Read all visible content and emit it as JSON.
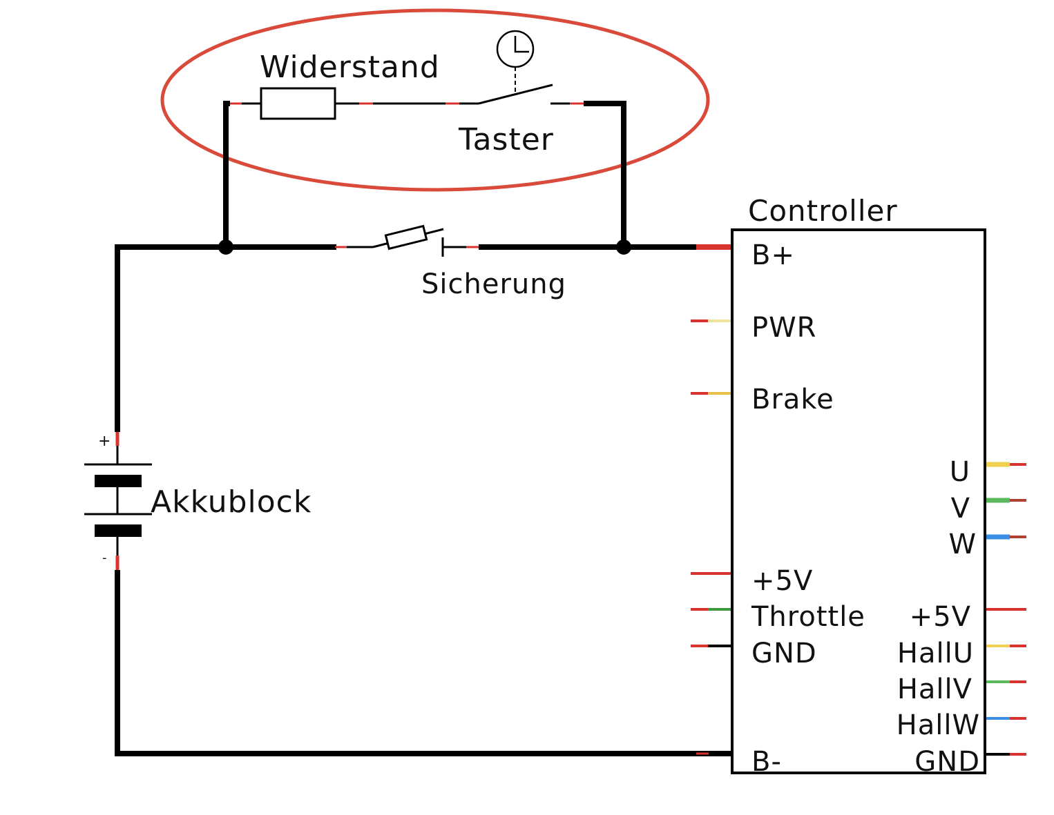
{
  "labels": {
    "resistor": "Widerstand",
    "button": "Taster",
    "fuse": "Sicherung",
    "battery": "Akkublock",
    "battery_plus": "+",
    "battery_minus": "-",
    "controller": "Controller"
  },
  "controller": {
    "left_pins": [
      {
        "label": "B+",
        "wire_color": "#d8332f"
      },
      {
        "label": "PWR",
        "wire_color": "#efe39a"
      },
      {
        "label": "Brake",
        "wire_color": "#e8c04a"
      },
      {
        "label": "+5V",
        "wire_color": "#d8332f"
      },
      {
        "label": "Throttle",
        "wire_color": "#3d9a3d"
      },
      {
        "label": "GND",
        "wire_color": "#000000"
      },
      {
        "label": "B-",
        "wire_color": "#000000"
      }
    ],
    "right_pins": [
      {
        "label": "U",
        "wire_color": "#f0d050"
      },
      {
        "label": "V",
        "wire_color": "#5cb85c"
      },
      {
        "label": "W",
        "wire_color": "#3a8ee6"
      },
      {
        "label": "+5V",
        "wire_color": "#d8332f"
      },
      {
        "label": "HallU",
        "wire_color": "#f0d050"
      },
      {
        "label": "HallV",
        "wire_color": "#5cb85c"
      },
      {
        "label": "HallW",
        "wire_color": "#3a8ee6"
      },
      {
        "label": "GND",
        "wire_color": "#000000"
      }
    ]
  },
  "highlight_color": "#d94a3a"
}
